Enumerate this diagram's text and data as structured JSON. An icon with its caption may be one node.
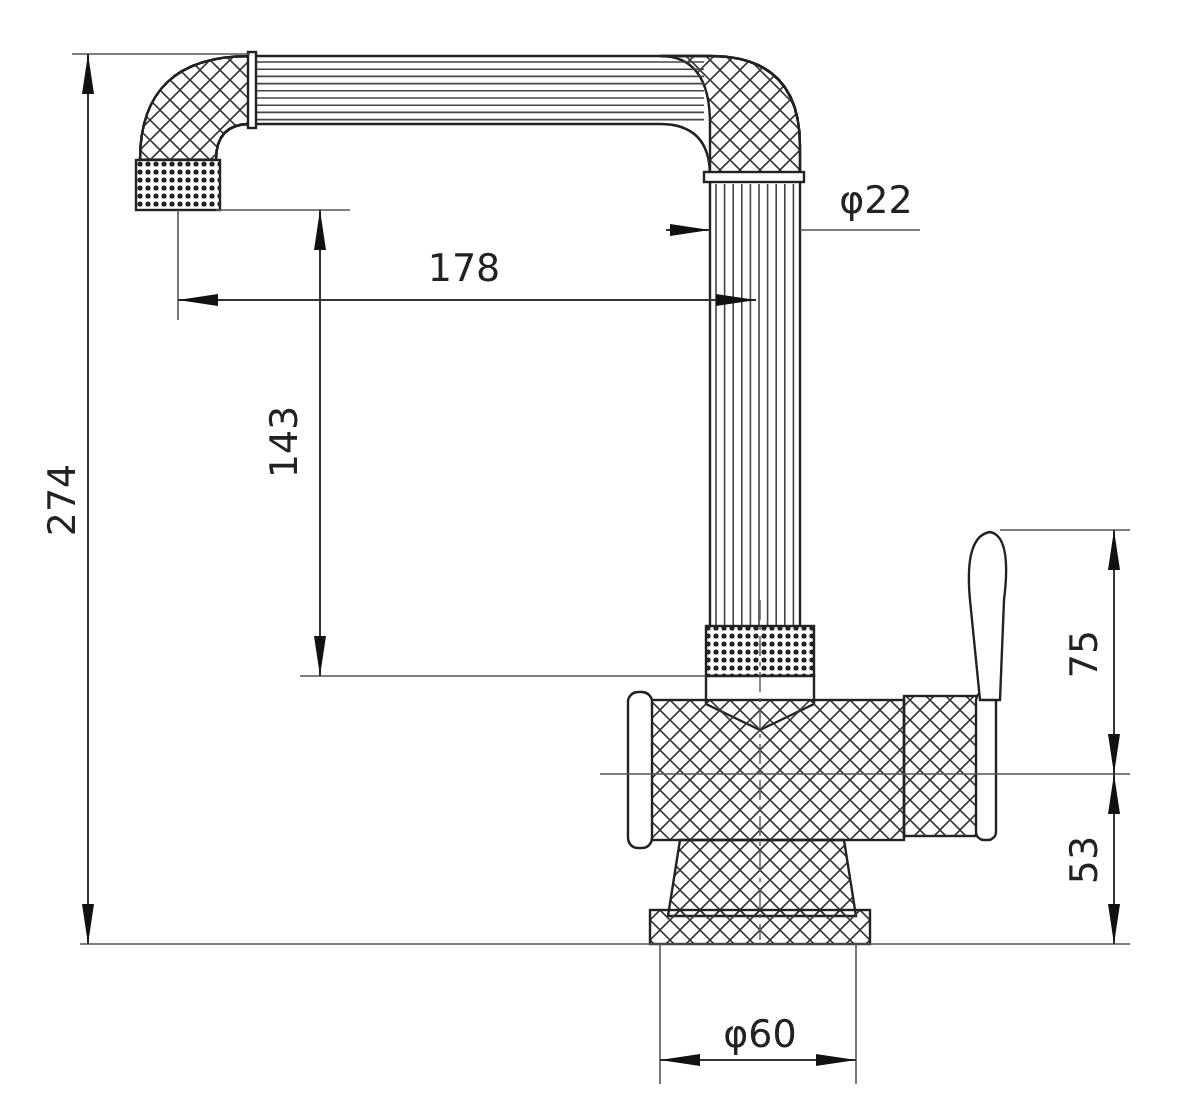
{
  "diagram": {
    "labels": [
      "φ22",
      "178",
      "143",
      "274",
      "75",
      "53",
      "φ60"
    ]
  }
}
